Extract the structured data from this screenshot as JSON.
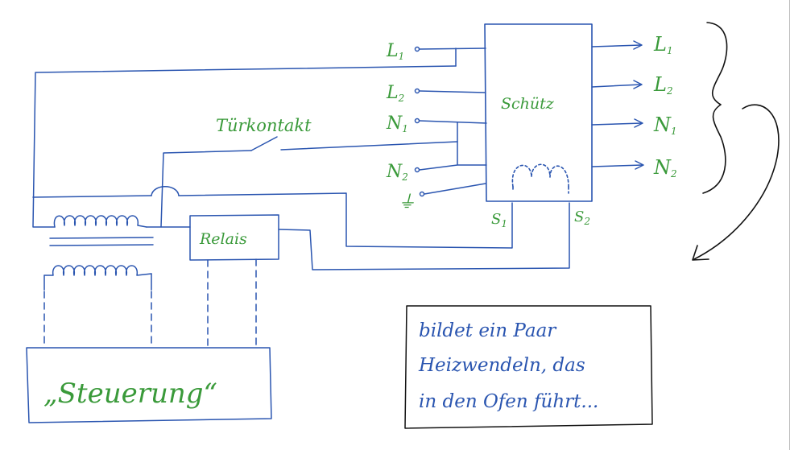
{
  "inputs": {
    "l1": "L",
    "l1_sub": "1",
    "l2": "L",
    "l2_sub": "2",
    "n1": "N",
    "n1_sub": "1",
    "n2": "N",
    "n2_sub": "2",
    "ground": "⏚"
  },
  "outputs": {
    "l1": "L",
    "l1_sub": "1",
    "l2": "L",
    "l2_sub": "2",
    "n1": "N",
    "n1_sub": "1",
    "n2": "N",
    "n2_sub": "2"
  },
  "contactor": {
    "label": "Schütz",
    "s1": "S",
    "s1_sub": "1",
    "s2": "S",
    "s2_sub": "2"
  },
  "door_contact": {
    "label": "Türkontakt"
  },
  "relay": {
    "label": "Relais"
  },
  "controller": {
    "label": "„Steuerung“"
  },
  "note": {
    "line1": "bildet ein Paar",
    "line2": "Heizwendeln, das",
    "line3": "in den Ofen führt..."
  },
  "colors": {
    "wire": "#2a55b0",
    "label": "#3a9a3a",
    "annotation": "#111111"
  }
}
